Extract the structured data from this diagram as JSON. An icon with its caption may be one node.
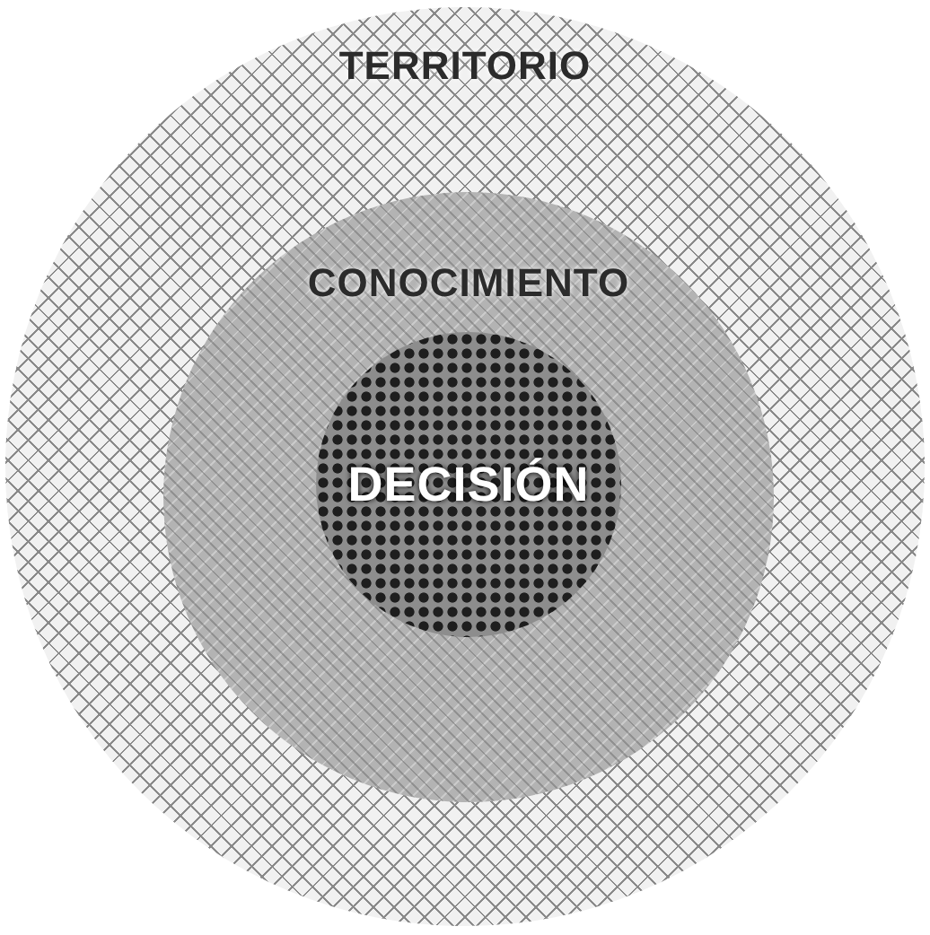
{
  "diagram": {
    "nodes": [
      {
        "text": [
          "TERRITORIO"
        ]
      },
      {
        "text": [
          "CONOCIMIENTO"
        ],
        "in": 0
      },
      {
        "text": [
          "DECISIÓN"
        ],
        "in": 1
      }
    ]
  }
}
